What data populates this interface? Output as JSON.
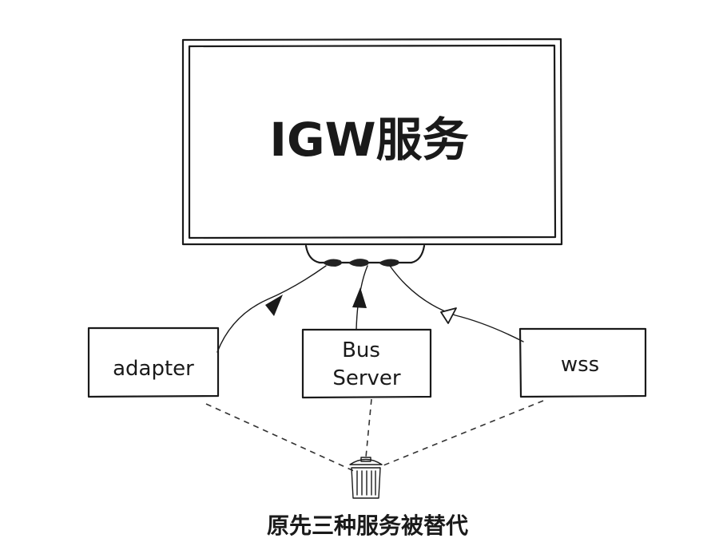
{
  "main_service": {
    "label": "IGW服务"
  },
  "services": [
    {
      "id": "adapter",
      "lines": [
        "adapter"
      ],
      "arrow": "filled"
    },
    {
      "id": "bus-server",
      "lines": [
        "Bus",
        "Server"
      ],
      "arrow": "filled"
    },
    {
      "id": "wss",
      "lines": [
        "wss"
      ],
      "arrow": "hollow"
    }
  ],
  "trash": {
    "icon": "trash-can-icon"
  },
  "caption": "原先三种服务被替代",
  "colors": {
    "ink": "#1a1a1a",
    "background": "#ffffff"
  }
}
